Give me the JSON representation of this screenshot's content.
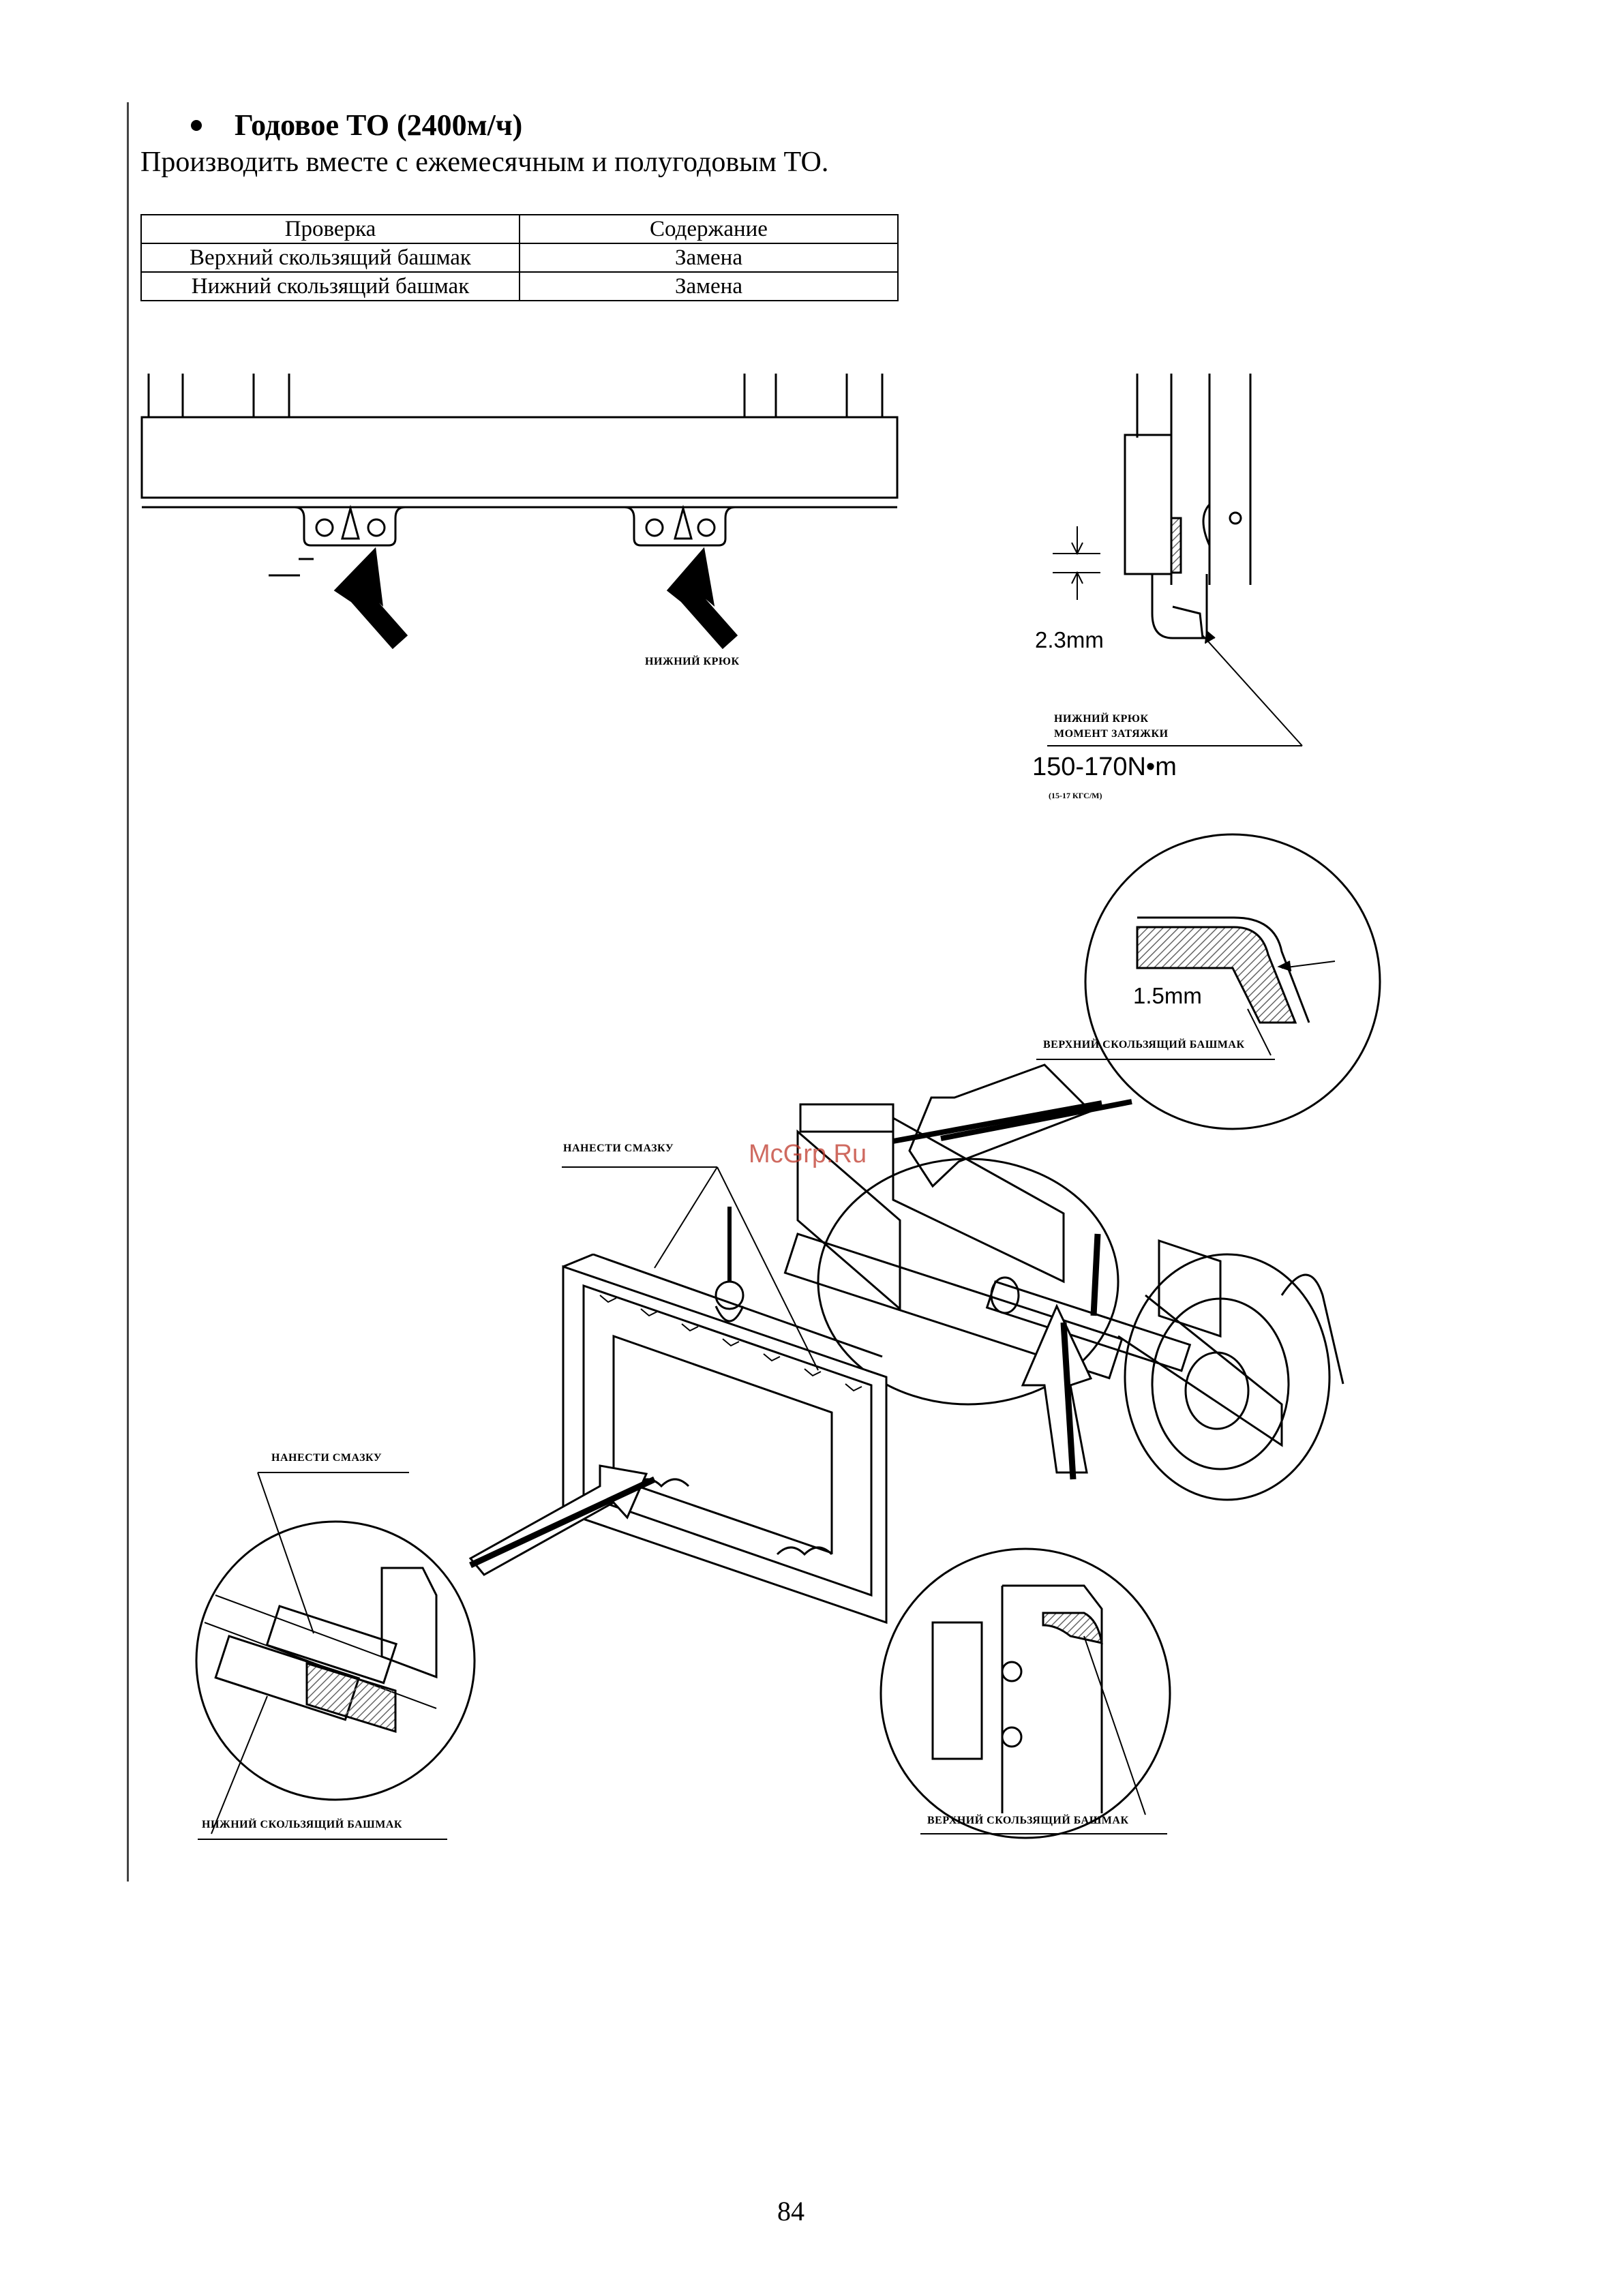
{
  "header": {
    "title": "Годовое ТО (2400м/ч)",
    "subtitle": "Производить вместе с ежемесячным и полугодовым ТО."
  },
  "table": {
    "columns": [
      "Проверка",
      "Содержание"
    ],
    "rows": [
      [
        "Верхний скользящий башмак",
        "Замена"
      ],
      [
        "Нижний скользящий башмак",
        "Замена"
      ]
    ]
  },
  "figures": {
    "top_left_label": "НИЖНИЙ КРЮК",
    "detail_right": {
      "gap": "2.3mm",
      "label_line1": "НИЖНИЙ КРЮК",
      "label_line2": "МОМЕНТ ЗАТЯЖКИ",
      "torque": "150-170N•m",
      "torque_alt": "(15-17 КГС/М)"
    },
    "upper_zoom": {
      "thickness": "1.5mm",
      "label": "ВЕРХНИЙ СКОЛЬЗЯЩИЙ БАШМАК"
    },
    "grease_top": "НАНЕСТИ СМАЗКУ",
    "grease_left": "НАНЕСТИ СМАЗКУ",
    "bottom_left_label": "НИЖНИЙ СКОЛЬЗЯЩИЙ БАШМАК",
    "bottom_right_label": "ВЕРХНИЙ СКОЛЬЗЯЩИЙ БАШМАК"
  },
  "watermark": "McGrp.Ru",
  "page_number": "84"
}
